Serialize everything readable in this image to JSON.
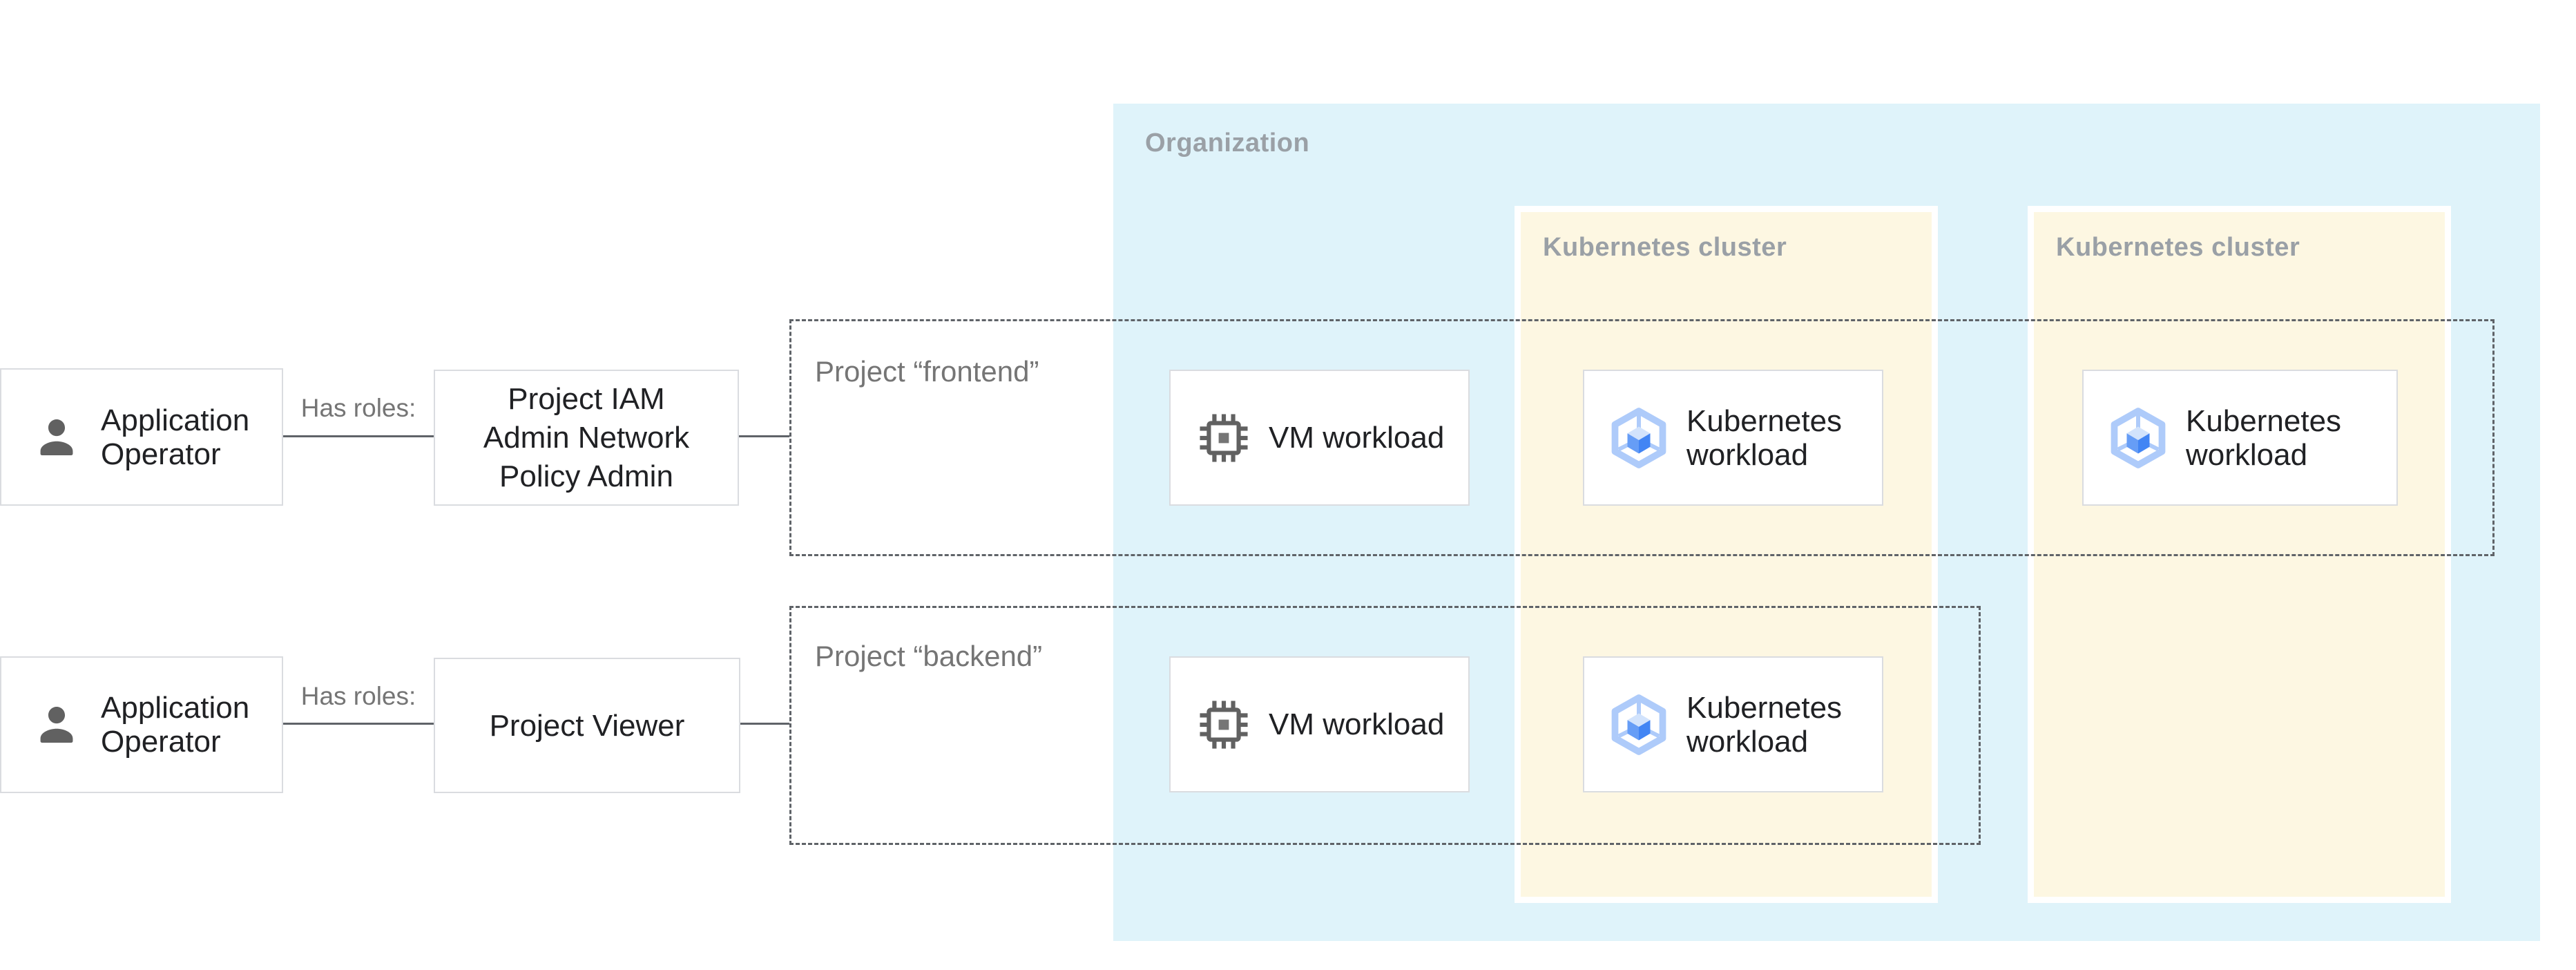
{
  "org": {
    "label": "Organization"
  },
  "cluster": {
    "label": "Kubernetes cluster"
  },
  "projects": {
    "frontend_label": "Project “frontend”",
    "backend_label": "Project “backend”"
  },
  "actor": {
    "line1": "Application",
    "line2": "Operator"
  },
  "edges": {
    "has_roles_label": "Has roles:"
  },
  "roles": {
    "iam_admin": {
      "line1": "Project IAM",
      "line2": "Admin Network",
      "line3": "Policy Admin"
    },
    "viewer": {
      "label": "Project Viewer"
    }
  },
  "workloads": {
    "vm_label": "VM workload",
    "k8s_line1": "Kubernetes",
    "k8s_line2": "workload"
  },
  "icons": {
    "actor": "person-icon",
    "vm": "chip-icon",
    "kubernetes": "gke-hexagon-cube-icon"
  },
  "colors": {
    "organization_bg": "#DFF3FA",
    "cluster_bg": "#FDF7E2",
    "node_border": "#DADCE0",
    "dashed_border": "#5F6368",
    "container_label_gray": "#9AA0A6",
    "muted_label_gray": "#757575",
    "text_dark": "#202124",
    "icon_gray": "#616161",
    "gke_hexagon": "#AECBFA",
    "gke_cube_top": "#D2E3FC",
    "gke_cube_left": "#669DF6",
    "gke_cube_right": "#4285F4"
  }
}
